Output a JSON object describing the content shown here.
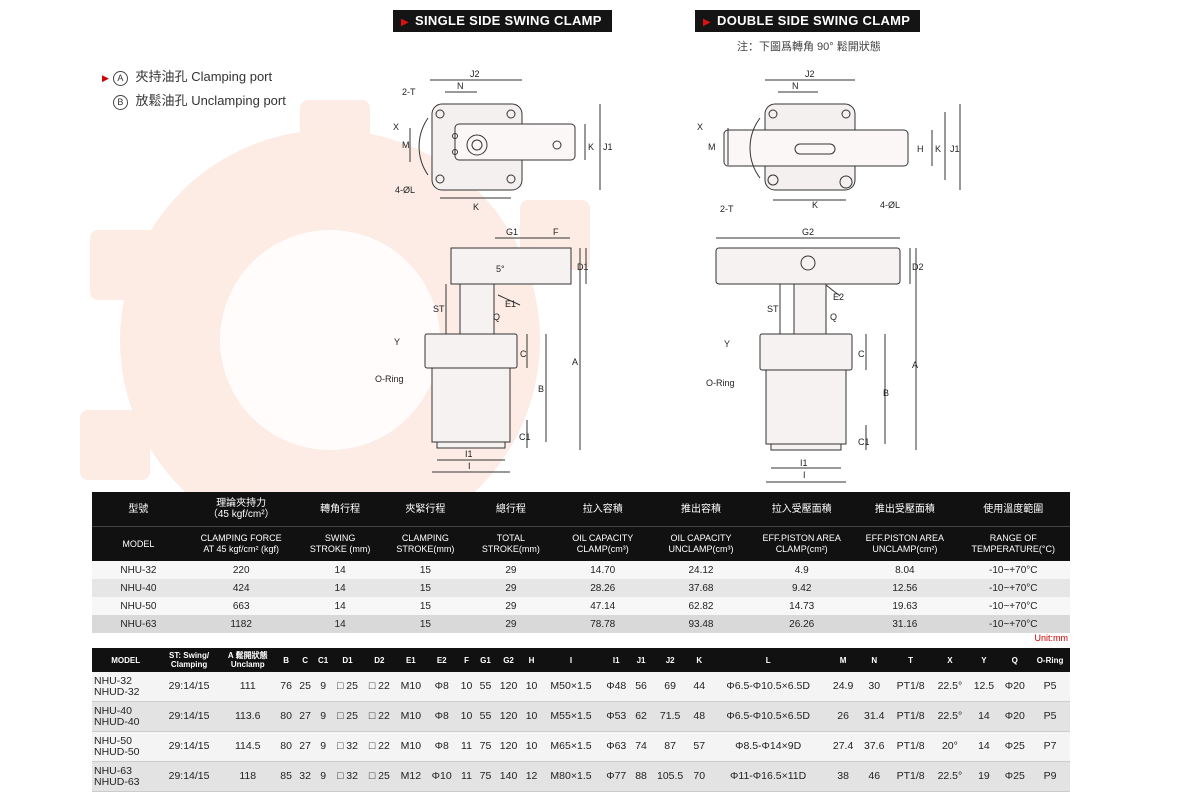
{
  "titles": {
    "single": "SINGLE SIDE SWING CLAMP",
    "double": "DOUBLE SIDE SWING CLAMP",
    "double_note": "注：下圖爲轉角 90° 鬆開狀態"
  },
  "legend": [
    {
      "letter": "A",
      "zh": "夾持油孔",
      "en": "Clamping port"
    },
    {
      "letter": "B",
      "zh": "放鬆油孔",
      "en": "Unclamping port"
    }
  ],
  "drawing_labels": {
    "J2": "J2",
    "N": "N",
    "2T": "2-T",
    "X": "X",
    "M": "M",
    "K": "K",
    "J1": "J1",
    "4L": "4-ØL",
    "G1": "G1",
    "F": "F",
    "D1": "D1",
    "deg5": "5°",
    "ST": "ST",
    "E1": "E1",
    "Q": "Q",
    "Y": "Y",
    "C": "C",
    "A": "A",
    "B": "B",
    "C1": "C1",
    "ORing": "O-Ring",
    "I1": "I1",
    "I": "I",
    "H": "H",
    "G2": "G2",
    "D2": "D2",
    "E2": "E2",
    "a": "A",
    "b": "B"
  },
  "spec_table": {
    "headers_zh": [
      "型號",
      "理論夾持力",
      "轉角行程",
      "夾緊行程",
      "總行程",
      "拉入容積",
      "推出容積",
      "拉入受壓面積",
      "推出受壓面積",
      "使用溫度範圍"
    ],
    "force_unit_zh": "（45 kgf/cm²）",
    "headers_en": [
      [
        "MODEL",
        ""
      ],
      [
        "CLAMPING FORCE",
        "AT 45 kgf/cm² (kgf)"
      ],
      [
        "SWING",
        "STROKE (mm)"
      ],
      [
        "CLAMPING",
        "STROKE(mm)"
      ],
      [
        "TOTAL",
        "STROKE(mm)"
      ],
      [
        "OIL CAPACITY",
        "CLAMP(cm³)"
      ],
      [
        "OIL CAPACITY",
        "UNCLAMP(cm³)"
      ],
      [
        "EFF.PISTON AREA",
        "CLAMP(cm²)"
      ],
      [
        "EFF.PISTON AREA",
        "UNCLAMP(cm²)"
      ],
      [
        "RANGE OF",
        "TEMPERATURE(°C)"
      ]
    ],
    "rows": [
      [
        "NHU-32",
        "220",
        "14",
        "15",
        "29",
        "14.70",
        "24.12",
        "4.9",
        "8.04",
        "-10~+70°C"
      ],
      [
        "NHU-40",
        "424",
        "14",
        "15",
        "29",
        "28.26",
        "37.68",
        "9.42",
        "12.56",
        "-10~+70°C"
      ],
      [
        "NHU-50",
        "663",
        "14",
        "15",
        "29",
        "47.14",
        "62.82",
        "14.73",
        "19.63",
        "-10~+70°C"
      ],
      [
        "NHU-63",
        "1182",
        "14",
        "15",
        "29",
        "78.78",
        "93.48",
        "26.26",
        "31.16",
        "-10~+70°C"
      ]
    ]
  },
  "unit_label": "Unit:mm",
  "dim_table": {
    "headers": [
      [
        "MODEL",
        ""
      ],
      [
        "ST: Swing/",
        "Clamping"
      ],
      [
        "A 鬆開狀態",
        "Unclamp"
      ],
      [
        "B",
        ""
      ],
      [
        "C",
        ""
      ],
      [
        "C1",
        ""
      ],
      [
        "D1",
        ""
      ],
      [
        "D2",
        ""
      ],
      [
        "E1",
        ""
      ],
      [
        "E2",
        ""
      ],
      [
        "F",
        ""
      ],
      [
        "G1",
        ""
      ],
      [
        "G2",
        ""
      ],
      [
        "H",
        ""
      ],
      [
        "I",
        ""
      ],
      [
        "I1",
        ""
      ],
      [
        "J1",
        ""
      ],
      [
        "J2",
        ""
      ],
      [
        "K",
        ""
      ],
      [
        "L",
        ""
      ],
      [
        "M",
        ""
      ],
      [
        "N",
        ""
      ],
      [
        "T",
        ""
      ],
      [
        "X",
        ""
      ],
      [
        "Y",
        ""
      ],
      [
        "Q",
        ""
      ],
      [
        "O-Ring",
        ""
      ]
    ],
    "rows": [
      [
        [
          "NHU-32",
          "NHUD-32"
        ],
        "29:14/15",
        "111",
        "76",
        "25",
        "9",
        "□ 25",
        "□ 22",
        "M10",
        "Φ8",
        "10",
        "55",
        "120",
        "10",
        "M50×1.5",
        "Φ48",
        "56",
        "69",
        "44",
        "Φ6.5-Φ10.5×6.5D",
        "24.9",
        "30",
        "PT1/8",
        "22.5°",
        "12.5",
        "Φ20",
        "P5"
      ],
      [
        [
          "NHU-40",
          "NHUD-40"
        ],
        "29:14/15",
        "113.6",
        "80",
        "27",
        "9",
        "□ 25",
        "□ 22",
        "M10",
        "Φ8",
        "10",
        "55",
        "120",
        "10",
        "M55×1.5",
        "Φ53",
        "62",
        "71.5",
        "48",
        "Φ6.5-Φ10.5×6.5D",
        "26",
        "31.4",
        "PT1/8",
        "22.5°",
        "14",
        "Φ20",
        "P5"
      ],
      [
        [
          "NHU-50",
          "NHUD-50"
        ],
        "29:14/15",
        "114.5",
        "80",
        "27",
        "9",
        "□ 32",
        "□ 22",
        "M10",
        "Φ8",
        "11",
        "75",
        "120",
        "10",
        "M65×1.5",
        "Φ63",
        "74",
        "87",
        "57",
        "Φ8.5-Φ14×9D",
        "27.4",
        "37.6",
        "PT1/8",
        "20°",
        "14",
        "Φ25",
        "P7"
      ],
      [
        [
          "NHU-63",
          "NHUD-63"
        ],
        "29:14/15",
        "118",
        "85",
        "32",
        "9",
        "□ 32",
        "□ 25",
        "M12",
        "Φ10",
        "11",
        "75",
        "140",
        "12",
        "M80×1.5",
        "Φ77",
        "88",
        "105.5",
        "70",
        "Φ11-Φ16.5×11D",
        "38",
        "46",
        "PT1/8",
        "22.5°",
        "19",
        "Φ25",
        "P9"
      ]
    ]
  },
  "colors": {
    "header_bg": "#111111",
    "accent": "#cc1111",
    "unit": "#cc0000"
  }
}
